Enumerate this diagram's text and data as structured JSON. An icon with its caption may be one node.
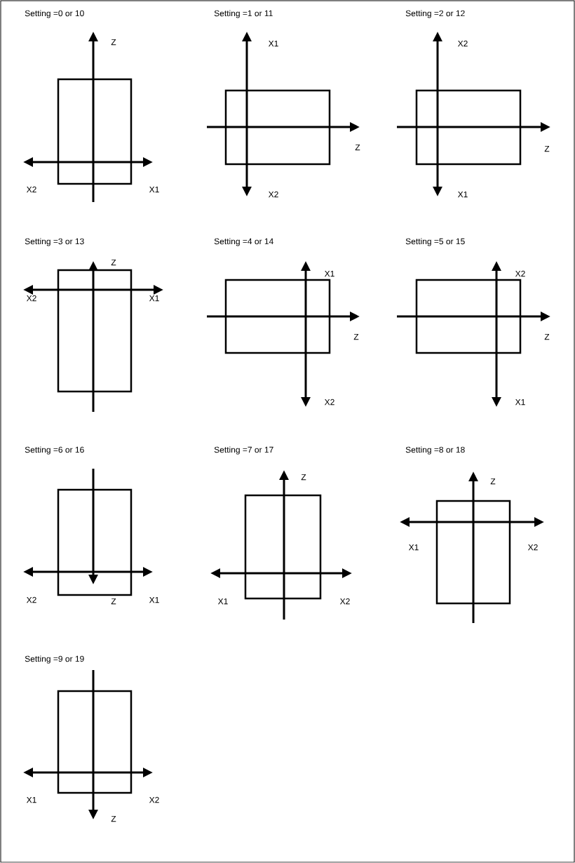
{
  "diagram": {
    "nodes": [
      {
        "text": [],
        "shape": "box"
      },
      {
        "text": [],
        "shape": "box"
      },
      {
        "text": [],
        "shape": "box"
      },
      {
        "text": [],
        "shape": "box"
      },
      {
        "text": [],
        "shape": "box"
      },
      {
        "text": [],
        "shape": "box"
      },
      {
        "text": [],
        "shape": "box"
      },
      {
        "text": [],
        "shape": "box"
      },
      {
        "text": [],
        "shape": "box"
      },
      {
        "text": [],
        "shape": "box"
      }
    ],
    "labels": [
      "Setting =0 or 10",
      "Z",
      "X2",
      "X1",
      "Setting =1 or 11",
      "X1",
      "Z",
      "X2",
      "Setting =2 or 12",
      "X2",
      "Z",
      "X1",
      "Setting =3 or 13",
      "Z",
      "X2",
      "X1",
      "Setting =4 or 14",
      "X1",
      "Z",
      "X2",
      "Setting =5 or 15",
      "X2",
      "Z",
      "X1",
      "Setting =6 or 16",
      "X2",
      "Z",
      "X1",
      "Setting =7 or 17",
      "Z",
      "X1",
      "X2",
      "Setting =8 or 18",
      "Z",
      "X1",
      "X2",
      "Setting =9 or 19",
      "X1",
      "X2",
      "Z"
    ]
  }
}
